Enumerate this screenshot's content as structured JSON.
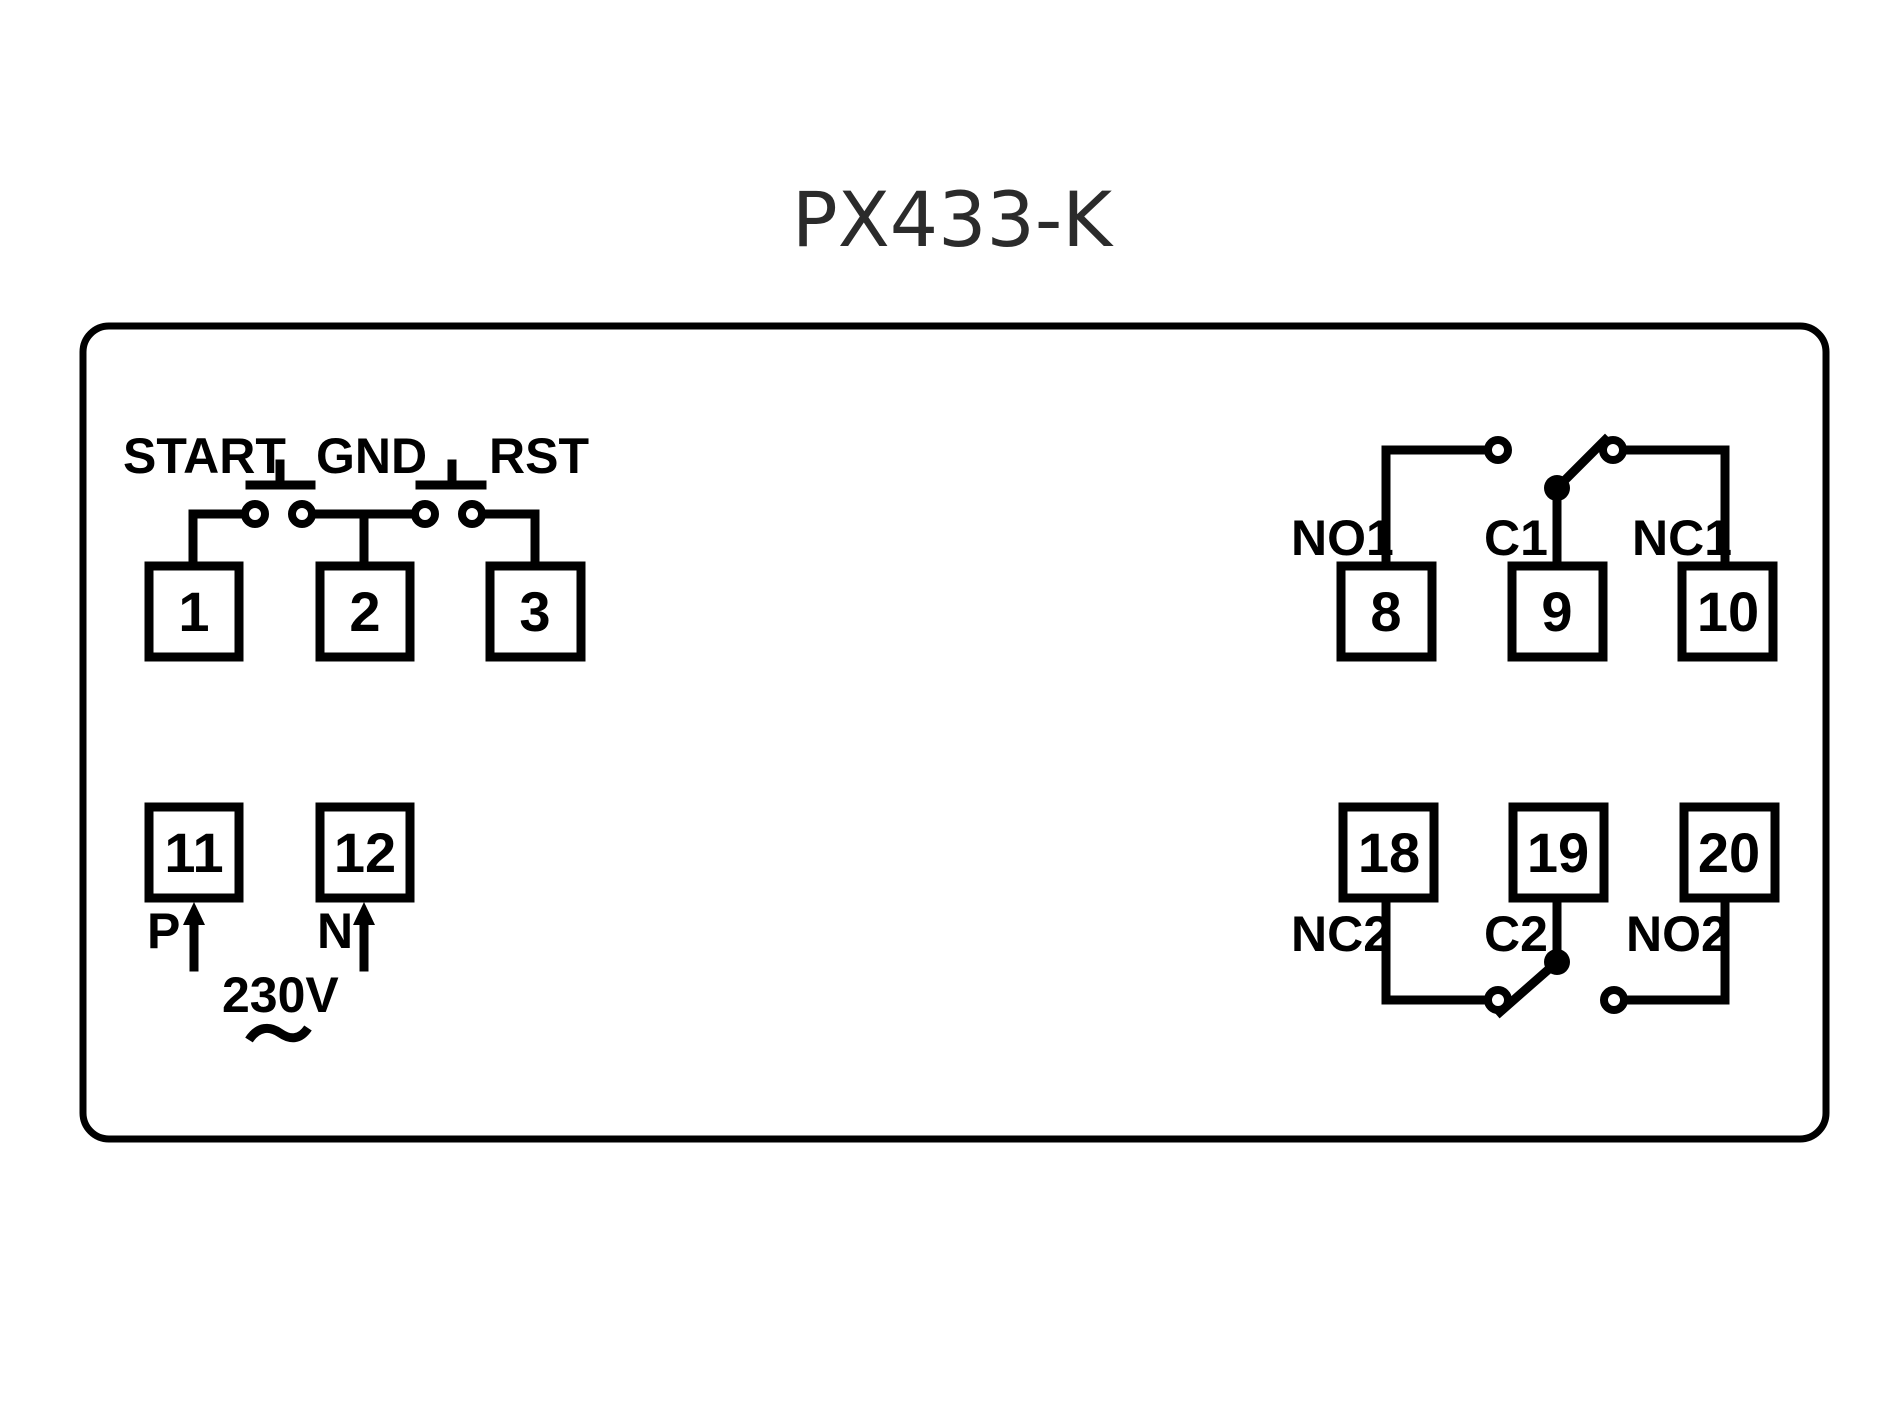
{
  "title": "PX433-K",
  "terminals": {
    "t1": "1",
    "t2": "2",
    "t3": "3",
    "t8": "8",
    "t9": "9",
    "t10": "10",
    "t11": "11",
    "t12": "12",
    "t18": "18",
    "t19": "19",
    "t20": "20"
  },
  "labels": {
    "start": "START",
    "gnd": "GND",
    "rst": "RST",
    "p": "P",
    "n": "N",
    "voltage": "230V",
    "ac_symbol": "~",
    "no1": "NO1",
    "c1": "C1",
    "nc1": "NC1",
    "nc2": "NC2",
    "c2": "C2",
    "no2": "NO2"
  }
}
